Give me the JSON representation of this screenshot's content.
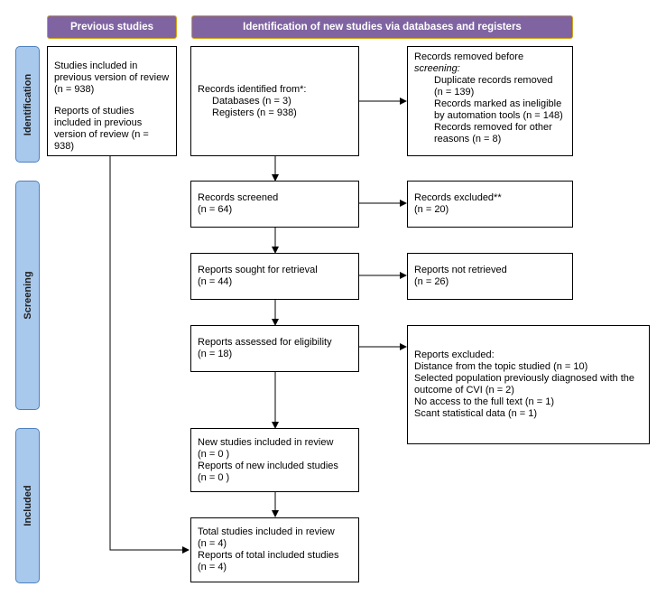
{
  "headers": {
    "previous": "Previous studies",
    "new": "Identification of new studies via databases and registers"
  },
  "phases": {
    "identification": "Identification",
    "screening": "Screening",
    "included": "Included"
  },
  "previous_box": {
    "line1": "Studies included in",
    "line2": "previous version of review",
    "line3": "(n = 938)",
    "line4": "Reports of studies",
    "line5": "included in previous",
    "line6": "version of review (n = 938)"
  },
  "identified": {
    "title": "Records identified from*:",
    "databases": "Databases (n = 3)",
    "registers": "Registers (n = 938)"
  },
  "removed": {
    "line1": "Records removed before",
    "line2": "screening:",
    "line3": "Duplicate records removed",
    "line4": "(n = 139)",
    "line5": "Records marked as ineligible",
    "line6": "by automation tools (n = 148)",
    "line7": "Records removed for other",
    "line8": "reasons (n = 8)"
  },
  "screened": {
    "title": "Records screened",
    "n": "(n = 64)"
  },
  "excluded": {
    "title": "Records excluded**",
    "n": "(n = 20)"
  },
  "sought": {
    "title": "Reports sought for retrieval",
    "n": "(n = 44)"
  },
  "not_retrieved": {
    "title": "Reports not retrieved",
    "n": "(n = 26)"
  },
  "assessed": {
    "title": "Reports assessed for eligibility",
    "n": "(n = 18)"
  },
  "reports_excluded": {
    "title": "Reports excluded:",
    "r1": "Distance from the topic studied (n = 10)",
    "r2": "Selected population previously diagnosed with the",
    "r3": "outcome of CVI (n = 2)",
    "r4": "No access to the full text (n = 1)",
    "r5": "Scant statistical data (n = 1)"
  },
  "new_included": {
    "line1": "New studies included in review",
    "line2": "(n = 0 )",
    "line3": "Reports of new included studies",
    "line4": "(n = 0 )"
  },
  "total_included": {
    "line1": "Total studies included in review",
    "line2": "(n = 4)",
    "line3": "Reports of total included studies",
    "line4": "(n = 4)"
  }
}
